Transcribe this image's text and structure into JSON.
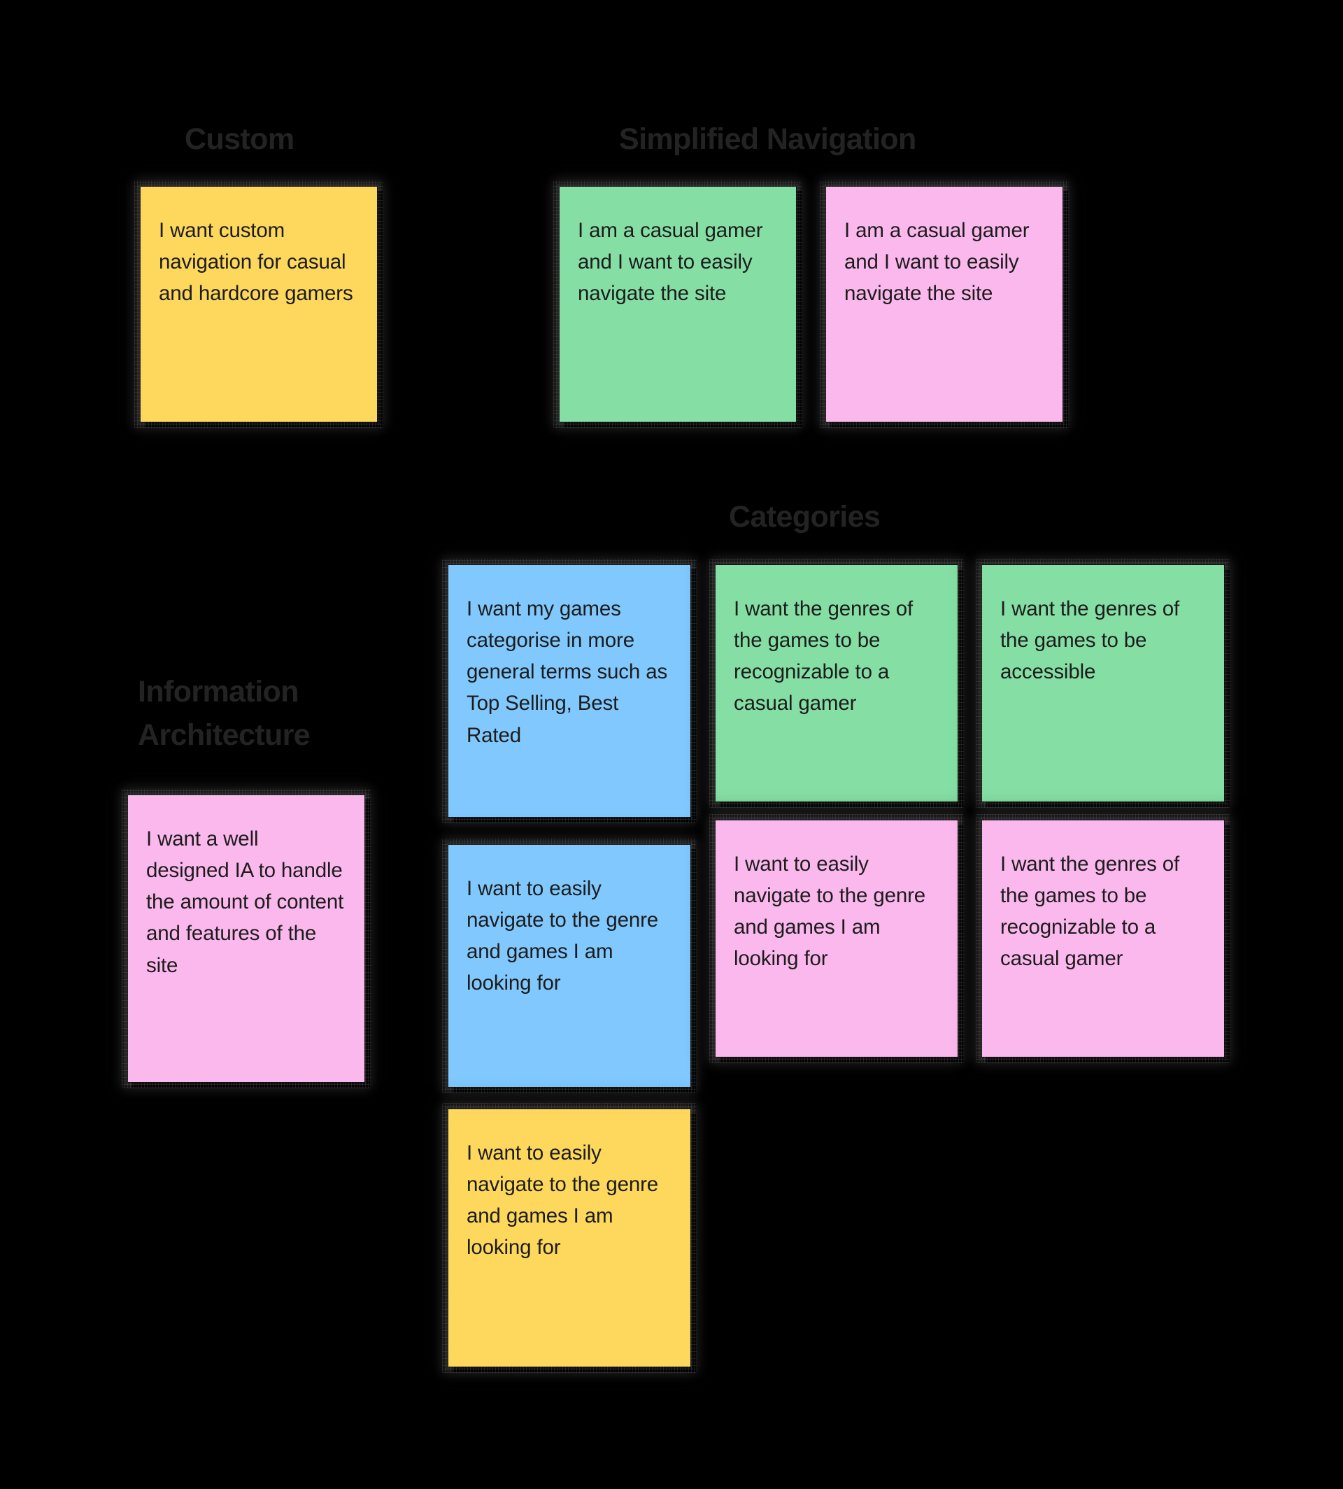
{
  "board": {
    "background_color": "#000000",
    "heading_color": "#232323",
    "note_text_color": "#1c1c1c",
    "palette": {
      "yellow": "#FDD85D",
      "green": "#85DFA4",
      "blue": "#80C8FD",
      "pink": "#FBB8ED"
    }
  },
  "groups": [
    {
      "id": "custom",
      "title": "Custom"
    },
    {
      "id": "simplified-navigation",
      "title": "Simplified Navigation"
    },
    {
      "id": "categories",
      "title": "Categories"
    },
    {
      "id": "information-architecture",
      "title": "Information\nArchitecture"
    }
  ],
  "notes": [
    {
      "id": "n1",
      "group": "custom",
      "color": "yellow",
      "text": "I want custom navigation for casual and hardcore gamers"
    },
    {
      "id": "n2",
      "group": "simplified-navigation",
      "color": "green",
      "text": "I am a casual gamer and I want to easily navigate the site"
    },
    {
      "id": "n3",
      "group": "simplified-navigation",
      "color": "pink",
      "text": "I am a casual gamer and I want to easily navigate the site"
    },
    {
      "id": "n4",
      "group": "information-architecture",
      "color": "pink",
      "text": "I want a well designed IA to handle the amount of content and features of the site"
    },
    {
      "id": "n5",
      "group": "categories",
      "color": "blue",
      "text": "I want my games categorise in more general terms such as Top Selling, Best Rated"
    },
    {
      "id": "n6",
      "group": "categories",
      "color": "green",
      "text": "I want the genres of the games to be recognizable to a casual gamer"
    },
    {
      "id": "n7",
      "group": "categories",
      "color": "green",
      "text": "I want the genres of the games to be accessible"
    },
    {
      "id": "n8",
      "group": "categories",
      "color": "blue",
      "text": "I want to easily navigate to the genre and games I am looking for"
    },
    {
      "id": "n9",
      "group": "categories",
      "color": "pink",
      "text": "I want to easily navigate to the genre and games I am looking for"
    },
    {
      "id": "n10",
      "group": "categories",
      "color": "pink",
      "text": "I want the genres of the games to be recognizable to a casual gamer"
    },
    {
      "id": "n11",
      "group": "categories",
      "color": "yellow",
      "text": "I want to easily navigate to the genre and games I am looking for"
    }
  ]
}
